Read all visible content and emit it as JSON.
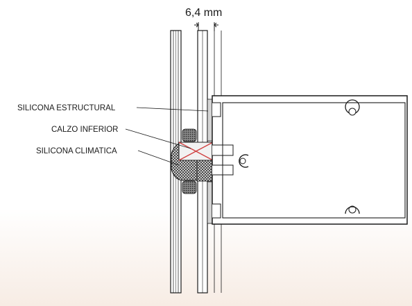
{
  "dimension": {
    "value_text": "6,4 mm"
  },
  "labels": {
    "structural_silicone": "SILICONA ESTRUCTURAL",
    "setting_block": "CALZO INFERIOR",
    "weather_silicone": "SILICONA CLIMATICA"
  },
  "colors": {
    "background_bottom": "#f7ece4",
    "line": "#1a1a1a",
    "glass_fill": "#ffffff",
    "silicone_fill": "#d4d4d4",
    "hatch_fill": "#555555",
    "setting_block_cross": "#d04040"
  }
}
